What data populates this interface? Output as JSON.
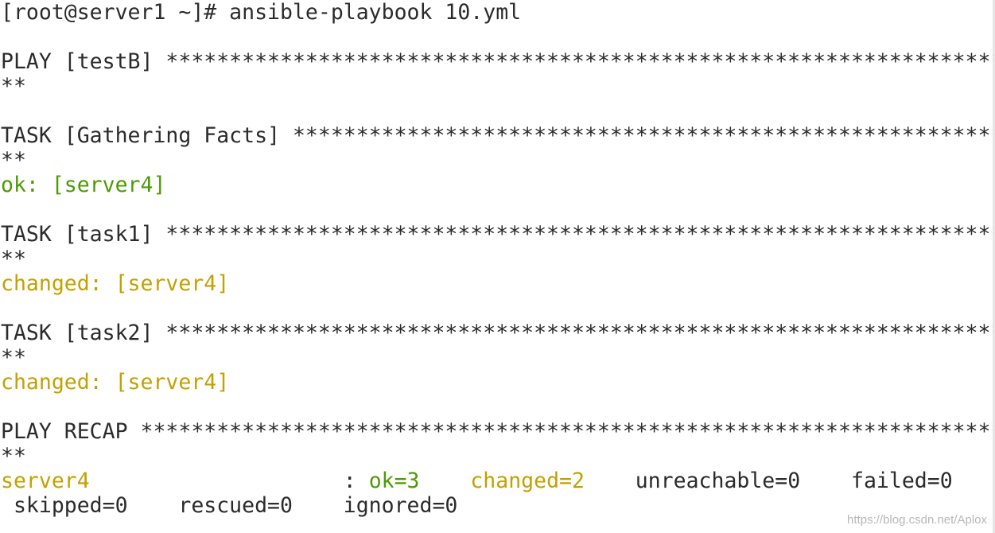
{
  "terminal": {
    "command_line": "[root@server1 ~]# ansible-playbook 10.yml",
    "play_header": "PLAY [testB] ************************************************************************",
    "play_header_wrap": "**",
    "task_gather_header": "TASK [Gathering Facts] **************************************************************",
    "task_gather_wrap": "**",
    "task_gather_result": "ok: [server4]",
    "task1_header": "TASK [task1] ************************************************************************",
    "task1_wrap": "**",
    "task1_result": "changed: [server4]",
    "task2_header": "TASK [task2] ************************************************************************",
    "task2_wrap": "**",
    "task2_result": "changed: [server4]",
    "recap_header": "PLAY RECAP **************************************************************************",
    "recap_wrap": "**",
    "recap": {
      "host": "server4",
      "separator": "                    : ",
      "ok": "ok=3",
      "changed": "changed=2",
      "unreachable": "unreachable=0",
      "failed": "failed=0",
      "line2": " skipped=0    rescued=0    ignored=0"
    }
  },
  "colors": {
    "background": "#ffffff",
    "text": "#2b2b2b",
    "ok": "#4e9a06",
    "changed": "#c4a000"
  },
  "watermark": "https://blog.csdn.net/Aplox"
}
